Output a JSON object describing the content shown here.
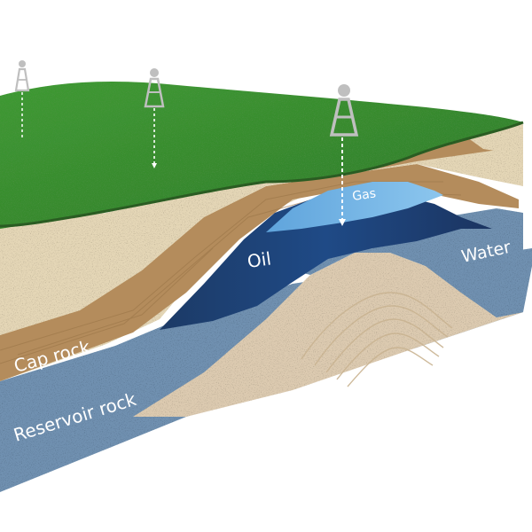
{
  "labels": {
    "gas": "Gas",
    "oil": "Oil",
    "water": "Water",
    "cap_rock": "Cap rock",
    "reservoir_rock": "Reservoir rock"
  },
  "colors": {
    "grass": "#3f8f35",
    "sand": "#e4d6b6",
    "cap_rock": "#b48c5c",
    "reservoir_rock": "#6f90b0",
    "oil": "#1f3f70",
    "gas": "#6fb0e0",
    "derrick": "#bfbfbf"
  },
  "icons": [
    "oil-derrick-icon",
    "oil-derrick-icon",
    "oil-derrick-icon"
  ]
}
